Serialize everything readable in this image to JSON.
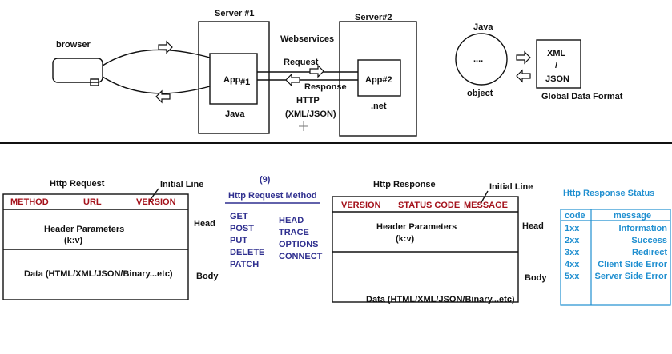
{
  "top": {
    "browser_label": "browser",
    "server1_label": "Server #1",
    "server2_label": "Server#2",
    "webservices_label": "Webservices",
    "app1_label": "App",
    "app1_suffix": "#1",
    "java_label": "Java",
    "request_label": "Request",
    "response_label": "Response",
    "http_label": "HTTP",
    "http_formats": "(XML/JSON)",
    "app2_label": "App#2",
    "dotnet_label": ".net",
    "java_obj_title": "Java",
    "java_obj_dots": "....",
    "object_label": "object",
    "xml_label": "XML",
    "slash_label": "/",
    "json_label": "JSON",
    "global_format_label": "Global Data Format"
  },
  "request": {
    "title": "Http Request",
    "initial_line_label": "Initial Line",
    "method": "METHOD",
    "url": "URL",
    "version": "VERSION",
    "header_params": "Header Parameters",
    "kv": "(k:v)",
    "data": "Data (HTML/XML/JSON/Binary...etc)",
    "head_label": "Head",
    "body_label": "Body"
  },
  "methods": {
    "count": "(9)",
    "title": "Http Request Method",
    "col1": [
      "GET",
      "POST",
      "PUT",
      "DELETE",
      "PATCH"
    ],
    "col2": [
      "HEAD",
      "TRACE",
      "OPTIONS",
      "CONNECT"
    ]
  },
  "response": {
    "title": "Http Response",
    "initial_line_label": "Initial Line",
    "version": "VERSION",
    "status_code": "STATUS CODE",
    "message": "MESSAGE",
    "header_params": "Header Parameters",
    "kv": "(k:v)",
    "data": "Data (HTML/XML/JSON/Binary...etc)",
    "head_label": "Head",
    "body_label": "Body"
  },
  "status": {
    "title": "Http Response Status",
    "col_code": "code",
    "col_message": "message",
    "rows": [
      {
        "code": "1xx",
        "message": "Information"
      },
      {
        "code": "2xx",
        "message": "Success"
      },
      {
        "code": "3xx",
        "message": "Redirect"
      },
      {
        "code": "4xx",
        "message": "Client Side Error"
      },
      {
        "code": "5xx",
        "message": "Server Side Error"
      }
    ]
  },
  "colors": {
    "red": "#a4121b",
    "navy": "#2f2f8f",
    "blue": "#1f8fd0"
  }
}
